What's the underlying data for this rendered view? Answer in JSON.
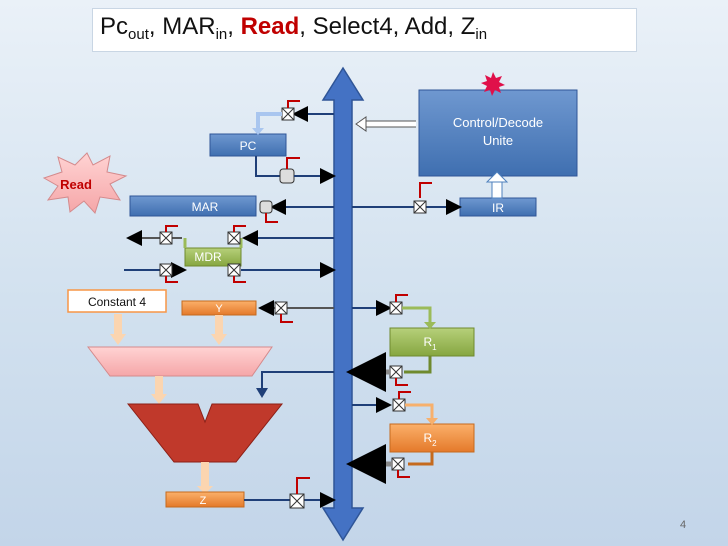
{
  "title": {
    "pc": "Pc",
    "pc_sub": "out",
    "sep1": ", ",
    "mar": "MAR",
    "mar_sub": "in",
    "sep2": ", ",
    "read": "Read",
    "rest": ", Select4, Add, Z",
    "z_sub": "in"
  },
  "blocks": {
    "pc": "PC",
    "mar": "MAR",
    "mdr": "MDR",
    "y": "Y",
    "ir": "IR",
    "r1": "R",
    "r1_sub": "1",
    "r2": "R",
    "r2_sub": "2",
    "z": "Z",
    "control_line1": "Control/Decode",
    "control_line2": "Unite",
    "constant": "Constant 4",
    "read_star": "Read"
  },
  "slide_number": "4",
  "colors": {
    "bus": "#4472c4",
    "block_blue": "#4f81bd",
    "block_orange": "#f79646",
    "block_green": "#9bbb59",
    "active_red": "#c00000",
    "star_pink": "#ffb6b9",
    "alu_red": "#c0392b"
  }
}
